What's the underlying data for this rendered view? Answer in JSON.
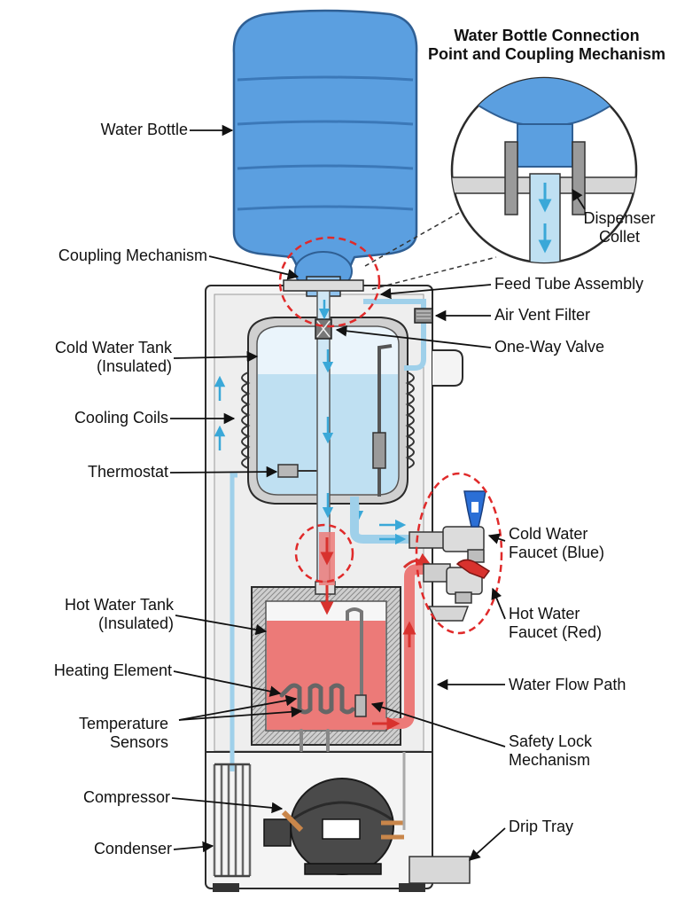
{
  "diagram": {
    "colors": {
      "bottle": "#5b9fe0",
      "bottle_dark": "#3b78b8",
      "cold_water": "#bfe0f2",
      "cold_line": "#9fd0ea",
      "hot_water": "#ec7a78",
      "hot_line": "#e0574f",
      "insulation": "#bdbdbd",
      "cabinet": "#f2f2f2",
      "outline": "#2b2b2b",
      "highlight_circle": "#e02a2a",
      "blue_handle": "#2b6fd6",
      "red_handle": "#d8322e"
    },
    "labels": {
      "water_bottle": "Water Bottle",
      "coupling_mechanism": "Coupling Mechanism",
      "cold_water_tank": "Cold Water Tank\n(Insulated)",
      "cooling_coils": "Cooling Coils",
      "thermostat": "Thermostat",
      "hot_water_tank": "Hot Water Tank\n(Insulated)",
      "heating_element": "Heating Element",
      "temperature_sensors": "Temperature\nSensors",
      "compressor": "Compressor",
      "condenser": "Condenser",
      "inset_title": "Water Bottle Connection\nPoint and Coupling Mechanism",
      "dispenser_collet": "Dispenser\nCollet",
      "feed_tube_assembly": "Feed Tube Assembly",
      "air_vent_filter": "Air Vent Filter",
      "one_way_valve": "One-Way Valve",
      "cold_water_faucet": "Cold Water\nFaucet (Blue)",
      "hot_water_faucet": "Hot Water\nFaucet (Red)",
      "water_flow_path": "Water Flow Path",
      "safety_lock_mechanism": "Safety Lock\nMechanism",
      "drip_tray": "Drip Tray"
    }
  }
}
